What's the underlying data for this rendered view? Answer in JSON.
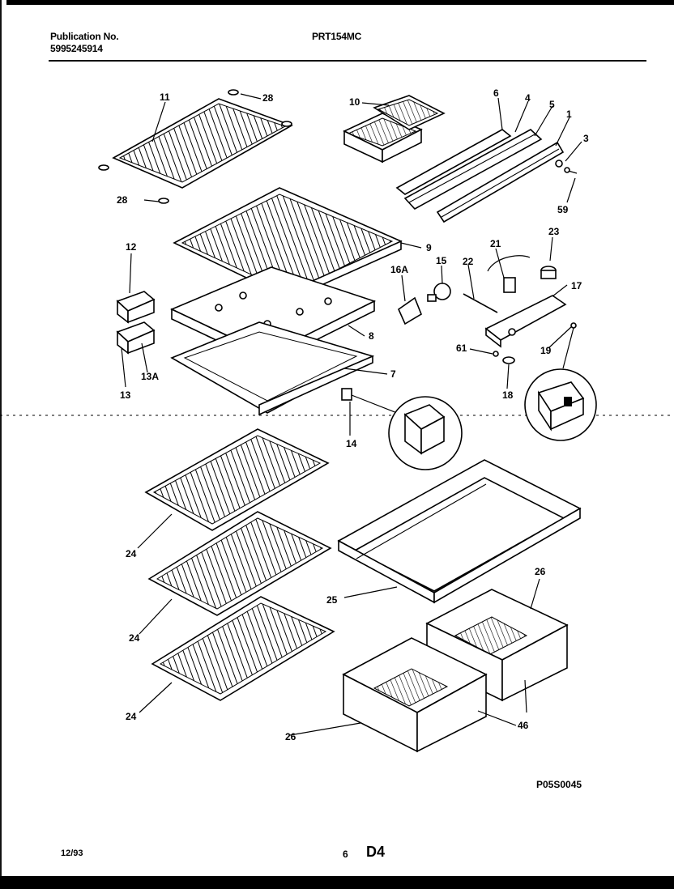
{
  "header": {
    "publication_label": "Publication No.",
    "publication_number": "5995245914",
    "model": "PRT154MC"
  },
  "footer": {
    "date": "12/93",
    "page": "6",
    "section": "D4",
    "figure_code": "P05S0045"
  },
  "callouts": {
    "c11": "11",
    "c28a": "28",
    "c28b": "28",
    "c10": "10",
    "c6": "6",
    "c4": "4",
    "c5": "5",
    "c1": "1",
    "c3": "3",
    "c59": "59",
    "c9": "9",
    "c12": "12",
    "c16a": "16A",
    "c15": "15",
    "c21": "21",
    "c23": "23",
    "c22": "22",
    "c17": "17",
    "c8": "8",
    "c61": "61",
    "c19": "19",
    "c13": "13",
    "c13a": "13A",
    "c7": "7",
    "c18": "18",
    "c14": "14",
    "c24a": "24",
    "c24b": "24",
    "c24c": "24",
    "c25": "25",
    "c26a": "26",
    "c26b": "26",
    "c46": "46"
  }
}
